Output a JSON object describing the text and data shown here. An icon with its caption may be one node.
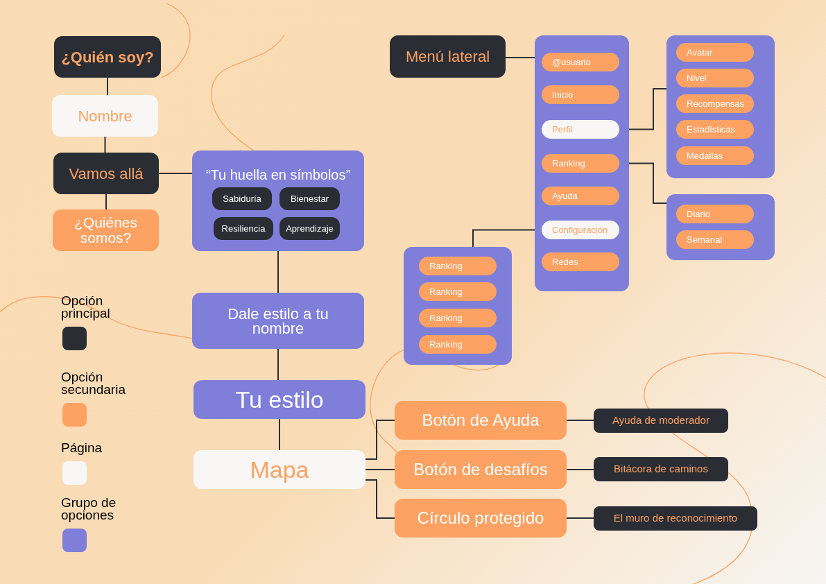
{
  "diagram": {
    "nodes": [
      {
        "text": [
          "¿Quién soy?"
        ]
      },
      {
        "text": [
          "Nombre"
        ]
      },
      {
        "text": [
          "Vamos allá"
        ]
      },
      {
        "text": [
          "¿Quiénes somos?"
        ]
      },
      {
        "text": [
          "“Tu huella en símbolos”"
        ]
      },
      {
        "text": [
          "Sabiduría"
        ],
        "in": 4
      },
      {
        "text": [
          "Bienestar"
        ],
        "in": 4
      },
      {
        "text": [
          "Resiliencia"
        ],
        "in": 4
      },
      {
        "text": [
          "Aprendizaje"
        ],
        "in": 4
      },
      {
        "text": [
          "Dale estilo a tu nombre"
        ]
      },
      {
        "text": [
          "Tu estilo"
        ]
      },
      {
        "text": [
          "Mapa"
        ]
      },
      {
        "text": [
          "Botón de Ayuda"
        ]
      },
      {
        "text": [
          "Botón de desafíos"
        ]
      },
      {
        "text": [
          "Círculo protegido"
        ]
      },
      {
        "text": [
          "Ayuda de moderador"
        ]
      },
      {
        "text": [
          "Bitácora de caminos"
        ]
      },
      {
        "text": [
          "El muro de reconocimiento"
        ]
      },
      {
        "text": [
          "Menú lateral"
        ]
      },
      {
        "text": [],
        "shape": "box"
      },
      {
        "text": [
          "@usuario"
        ],
        "in": 19
      },
      {
        "text": [
          "Inicio"
        ],
        "in": 19
      },
      {
        "text": [
          "Perfil"
        ],
        "in": 19
      },
      {
        "text": [
          "Ranking"
        ],
        "in": 19
      },
      {
        "text": [
          "Ayuda"
        ],
        "in": 19
      },
      {
        "text": [
          "Configuración"
        ],
        "in": 19
      },
      {
        "text": [
          "Redes"
        ],
        "in": 19
      },
      {
        "text": [],
        "shape": "box"
      },
      {
        "text": [
          "Avatar"
        ],
        "in": 27
      },
      {
        "text": [
          "Nivel"
        ],
        "in": 27
      },
      {
        "text": [
          "Recompensas"
        ],
        "in": 27
      },
      {
        "text": [
          "Estadísticas"
        ],
        "in": 27
      },
      {
        "text": [
          "Medallas"
        ],
        "in": 27
      },
      {
        "text": [],
        "shape": "box"
      },
      {
        "text": [
          "Diario"
        ],
        "in": 33
      },
      {
        "text": [
          "Semanal"
        ],
        "in": 33
      },
      {
        "text": [],
        "shape": "box"
      },
      {
        "text": [
          "Ranking"
        ],
        "in": 36
      },
      {
        "text": [
          "Ranking"
        ],
        "in": 36
      },
      {
        "text": [
          "Ranking"
        ],
        "in": 36
      },
      {
        "text": [
          "Ranking"
        ],
        "in": 36
      }
    ],
    "edges": [
      {
        "from": 0,
        "to": 1,
        "arrow": "none"
      },
      {
        "from": 1,
        "to": 2,
        "arrow": "none"
      },
      {
        "from": 2,
        "to": 3,
        "arrow": "none"
      },
      {
        "from": 2,
        "to": 4,
        "arrow": "none"
      },
      {
        "from": 4,
        "to": 9,
        "arrow": "none"
      },
      {
        "from": 9,
        "to": 10,
        "arrow": "none"
      },
      {
        "from": 10,
        "to": 11,
        "arrow": "none"
      },
      {
        "from": 11,
        "to": 12,
        "arrow": "none"
      },
      {
        "from": 11,
        "to": 13,
        "arrow": "none"
      },
      {
        "from": 11,
        "to": 14,
        "arrow": "none"
      },
      {
        "from": 12,
        "to": 15,
        "arrow": "none"
      },
      {
        "from": 13,
        "to": 16,
        "arrow": "none"
      },
      {
        "from": 14,
        "to": 17,
        "arrow": "none"
      },
      {
        "from": 18,
        "to": 19,
        "arrow": "none"
      },
      {
        "from": 22,
        "to": 27,
        "arrow": "none"
      },
      {
        "from": 23,
        "to": 33,
        "arrow": "none"
      },
      {
        "from": 25,
        "to": 36,
        "arrow": "none"
      }
    ],
    "legend": [
      {
        "text": "Opción principal",
        "color": "#2a2d34"
      },
      {
        "text": "Opción secundaria",
        "color": "#fea263"
      },
      {
        "text": "Página",
        "color": "#f8f7f5"
      },
      {
        "text": "Grupo de opciones",
        "color": "#7f7fda"
      }
    ]
  }
}
